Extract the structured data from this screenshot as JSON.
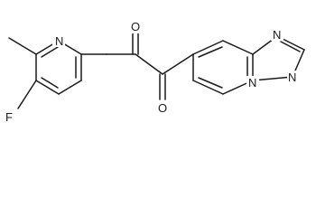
{
  "structure": {
    "atoms": {
      "n_pyridine": "N",
      "o_top": "O",
      "o_bottom": "O",
      "n_triazole_top": "N",
      "n_triazole_right": "N",
      "n_bridgehead": "N",
      "fluorine": "F"
    }
  }
}
